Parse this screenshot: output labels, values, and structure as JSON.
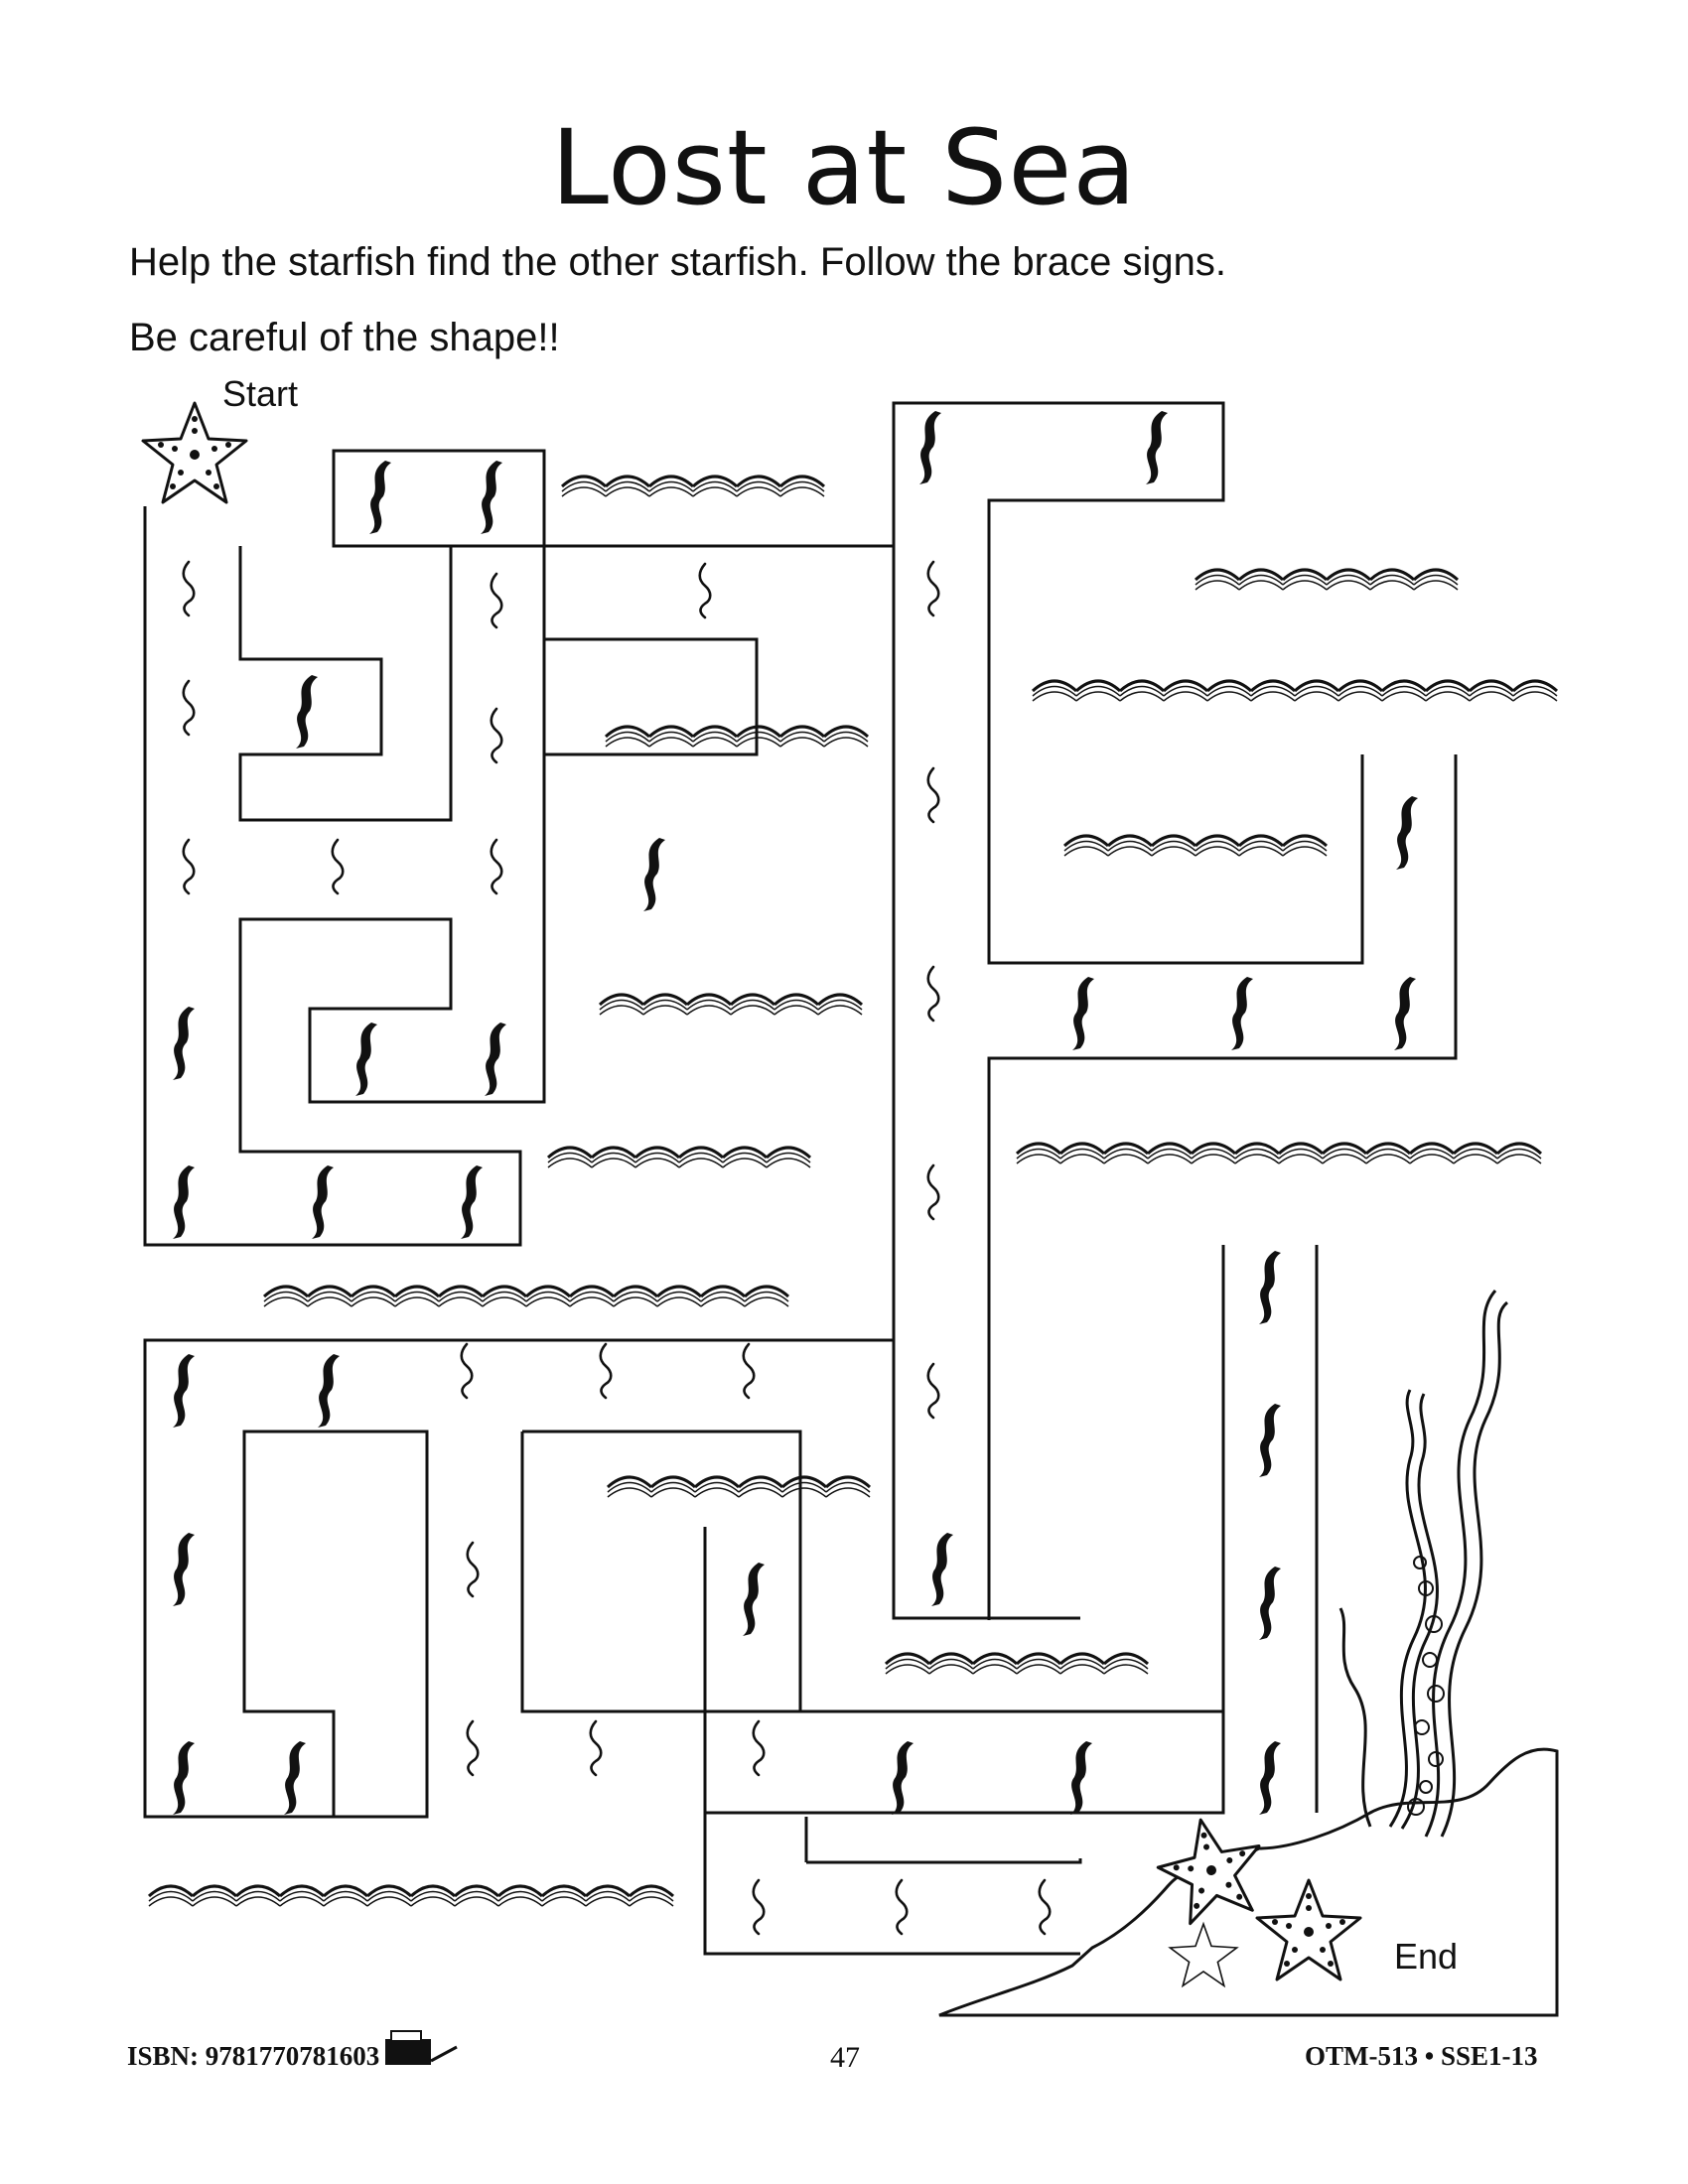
{
  "worksheet": {
    "title": "Lost at Sea",
    "instruction_1": "Help the starfish find the other starfish. Follow the brace signs.",
    "instruction_2": "Be careful of the shape!!",
    "start_label": "Start",
    "end_label": "End"
  },
  "footer": {
    "isbn": "ISBN: 9781770781603",
    "page_number": "47",
    "code": "OTM-513 • SSE1-13"
  },
  "icons": {
    "start": "starfish-icon",
    "end": "starfish-group-icon",
    "decoration": "seaweed-icon",
    "symbols": [
      "brace-sign-icon",
      "curved-shape-icon",
      "wave-icon"
    ],
    "publisher": "publisher-logo-icon"
  }
}
